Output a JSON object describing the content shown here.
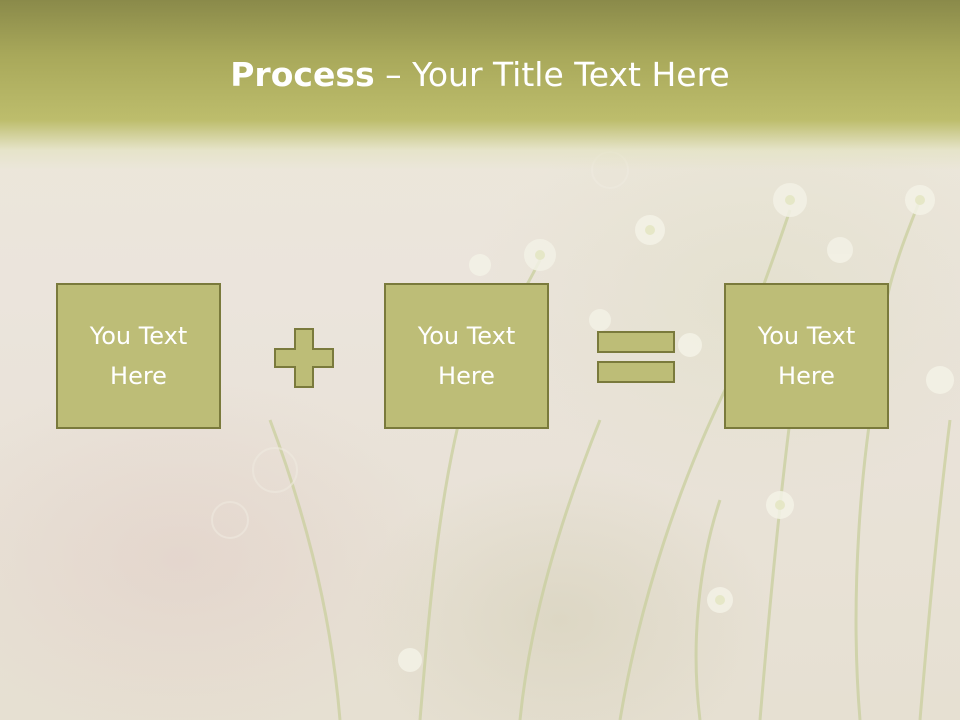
{
  "slide": {
    "title_strong": "Process",
    "title_rest": " – Your Title Text Here"
  },
  "boxes": [
    {
      "label": "You Text\nHere"
    },
    {
      "label": "You Text\nHere"
    },
    {
      "label": "You Text\nHere"
    }
  ],
  "operators": [
    "plus",
    "equals"
  ],
  "colors": {
    "header": "#a8a85a",
    "box_fill": "#bdbd77",
    "box_border": "#7a7a3c",
    "text": "#ffffff"
  },
  "icons": [
    "plus-icon",
    "equals-icon"
  ]
}
